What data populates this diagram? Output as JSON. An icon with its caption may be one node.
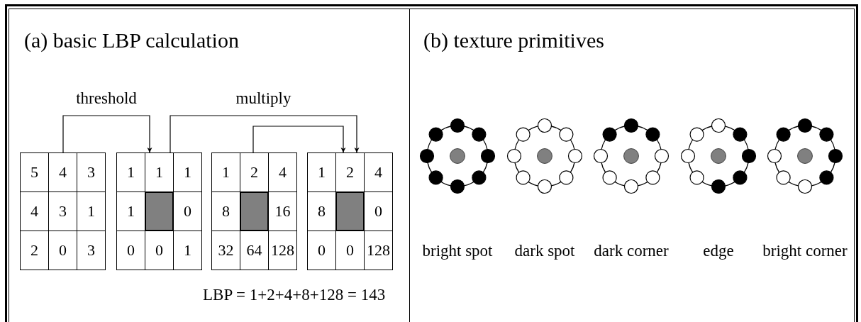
{
  "diagram": {
    "nodes": [
      {
        "text": [
          "5",
          "4",
          "3",
          "4",
          "3",
          "1",
          "2",
          "0",
          "3"
        ]
      },
      {
        "text": [
          "1",
          "1",
          "1",
          "1",
          "0",
          "0",
          "0",
          "1"
        ]
      },
      {
        "text": [
          "1",
          "2",
          "4",
          "8",
          "16",
          "32",
          "64",
          "128"
        ]
      },
      {
        "text": [
          "1",
          "2",
          "4",
          "8",
          "0",
          "0",
          "0",
          "128"
        ]
      },
      {
        "text": [
          "bright spot"
        ]
      },
      {
        "text": [
          "dark spot"
        ]
      },
      {
        "text": [
          "dark corner"
        ]
      },
      {
        "text": [
          "edge"
        ]
      },
      {
        "text": [
          "bright corner"
        ]
      }
    ],
    "edges": [
      {
        "from": 0,
        "to": 1,
        "arrow": "to",
        "label": "threshold"
      },
      {
        "from": 1,
        "to": 3,
        "arrow": "to",
        "label": "multiply"
      },
      {
        "from": 2,
        "to": 3,
        "arrow": "to"
      }
    ],
    "labels": [
      "(a) basic LBP calculation",
      "LBP = 1+2+4+8+128 = 143",
      "(b) texture primitives"
    ]
  }
}
